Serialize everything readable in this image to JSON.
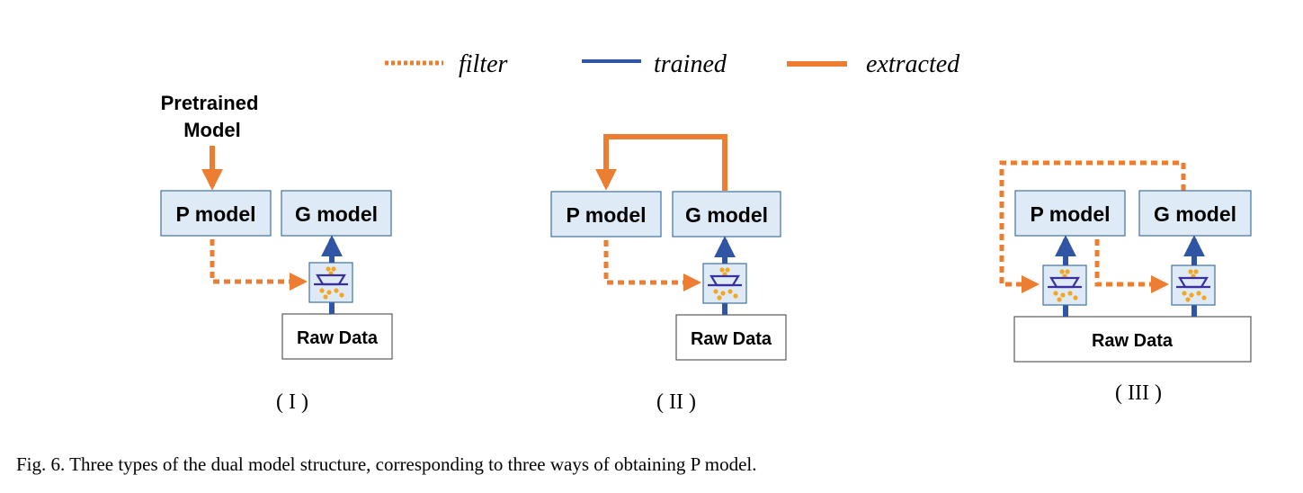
{
  "legend": {
    "filter_label": "filter",
    "trained_label": "trained",
    "extracted_label": "extracted"
  },
  "colors": {
    "filter": "#ED7D31",
    "trained": "#2F55A4",
    "extracted": "#ED7D31",
    "box_fill": "#DEEBF7",
    "box_stroke": "#41719C",
    "raw_stroke": "#595959",
    "filter_icon": "#3A2FA0",
    "dots": "#F2A623"
  },
  "panel1": {
    "pretrained_line1": "Pretrained",
    "pretrained_line2": "Model",
    "p_model": "P model",
    "g_model": "G model",
    "raw_data": "Raw Data",
    "label": "( I )"
  },
  "panel2": {
    "p_model": "P model",
    "g_model": "G model",
    "raw_data": "Raw Data",
    "label": "( II )"
  },
  "panel3": {
    "p_model": "P model",
    "g_model": "G model",
    "raw_data": "Raw Data",
    "label": "( III )"
  },
  "caption": "Fig. 6.  Three types of the dual model structure, corresponding to three ways of obtaining P model."
}
